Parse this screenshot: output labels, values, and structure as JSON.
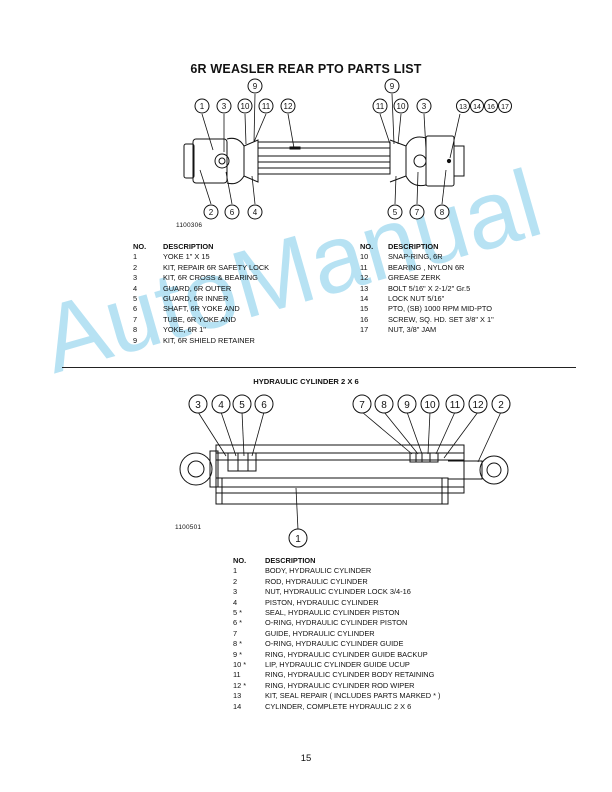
{
  "page": {
    "title": "6R WEASLER REAR PTO PARTS LIST",
    "page_number": "15",
    "watermark": "AutoManual"
  },
  "pto_figure": {
    "figure_number": "1100306",
    "callouts": [
      "1",
      "3",
      "10",
      "11",
      "12",
      "11",
      "10",
      "3",
      "9",
      "9",
      "13",
      "14",
      "16",
      "17",
      "2",
      "6",
      "4",
      "5",
      "7",
      "8"
    ]
  },
  "pto_parts": {
    "header_no": "NO.",
    "header_desc": "DESCRIPTION",
    "left": [
      {
        "no": "1",
        "desc": "YOKE 1\" X 15"
      },
      {
        "no": "2",
        "desc": "KIT, REPAIR 6R SAFETY LOCK"
      },
      {
        "no": "3",
        "desc": "KIT, 6R CROSS & BEARING"
      },
      {
        "no": "4",
        "desc": "GUARD, 6R OUTER"
      },
      {
        "no": "5",
        "desc": "GUARD, 6R INNER"
      },
      {
        "no": "6",
        "desc": "SHAFT, 6R YOKE AND"
      },
      {
        "no": "7",
        "desc": "TUBE, 6R YOKE AND"
      },
      {
        "no": "8",
        "desc": "YOKE, 6R 1\""
      },
      {
        "no": "9",
        "desc": "KIT, 6R SHIELD RETAINER"
      }
    ],
    "right": [
      {
        "no": "10",
        "desc": "SNAP-RING, 6R"
      },
      {
        "no": "11",
        "desc": "BEARING , NYLON 6R"
      },
      {
        "no": "12",
        "desc": "GREASE ZERK"
      },
      {
        "no": "13",
        "desc": "BOLT 5/16\" X 2-1/2\" Gr.5"
      },
      {
        "no": "14",
        "desc": "LOCK NUT 5/16\""
      },
      {
        "no": "15",
        "desc": "PTO, (SB) 1000 RPM MID-PTO"
      },
      {
        "no": "16",
        "desc": "SCREW, SQ. HD. SET 3/8\" X 1\""
      },
      {
        "no": "17",
        "desc": "NUT, 3/8\" JAM"
      }
    ]
  },
  "cyl_section": {
    "title": "HYDRAULIC CYLINDER 2 X 6",
    "figure_number": "1100501",
    "callouts": [
      "3",
      "4",
      "5",
      "6",
      "7",
      "8",
      "9",
      "10",
      "11",
      "12",
      "2",
      "1"
    ]
  },
  "cyl_parts": {
    "header_no": "NO.",
    "header_desc": "DESCRIPTION",
    "rows": [
      {
        "no": "1",
        "desc": "BODY, HYDRAULIC CYLINDER"
      },
      {
        "no": "2",
        "desc": "ROD, HYDRAULIC CYLINDER"
      },
      {
        "no": "3",
        "desc": "NUT, HYDRAULIC CYLINDER LOCK 3/4-16"
      },
      {
        "no": "4",
        "desc": "PISTON, HYDRAULIC CYLINDER"
      },
      {
        "no": "5 *",
        "desc": "SEAL, HYDRAULIC CYLINDER PISTON"
      },
      {
        "no": "6 *",
        "desc": "O-RING, HYDRAULIC CYLINDER PISTON"
      },
      {
        "no": "7",
        "desc": "GUIDE, HYDRAULIC CYLINDER"
      },
      {
        "no": "8 *",
        "desc": "O-RING, HYDRAULIC CYLINDER GUIDE"
      },
      {
        "no": "9 *",
        "desc": "RING, HYDRAULIC CYLINDER GUIDE BACKUP"
      },
      {
        "no": "10 *",
        "desc": "LIP, HYDRAULIC CYLINDER GUIDE UCUP"
      },
      {
        "no": "11",
        "desc": "RING, HYDRAULIC CYLINDER BODY RETAINING"
      },
      {
        "no": "12 *",
        "desc": "RING, HYDRAULIC CYLINDER ROD WIPER"
      },
      {
        "no": "13",
        "desc": "KIT, SEAL REPAIR ( INCLUDES PARTS MARKED * )"
      },
      {
        "no": "14",
        "desc": "CYLINDER, COMPLETE HYDRAULIC 2 X 6"
      }
    ]
  }
}
